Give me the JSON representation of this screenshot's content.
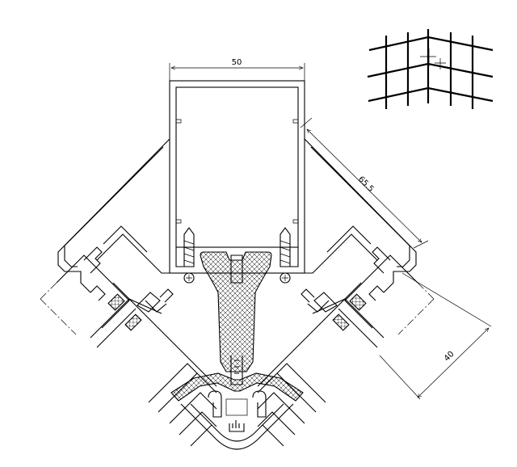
{
  "dimensions": {
    "top_width": "50",
    "diagonal_depth": "65.5",
    "glass_offset": "40"
  },
  "colors": {
    "line": "#000000",
    "background": "#ffffff"
  }
}
